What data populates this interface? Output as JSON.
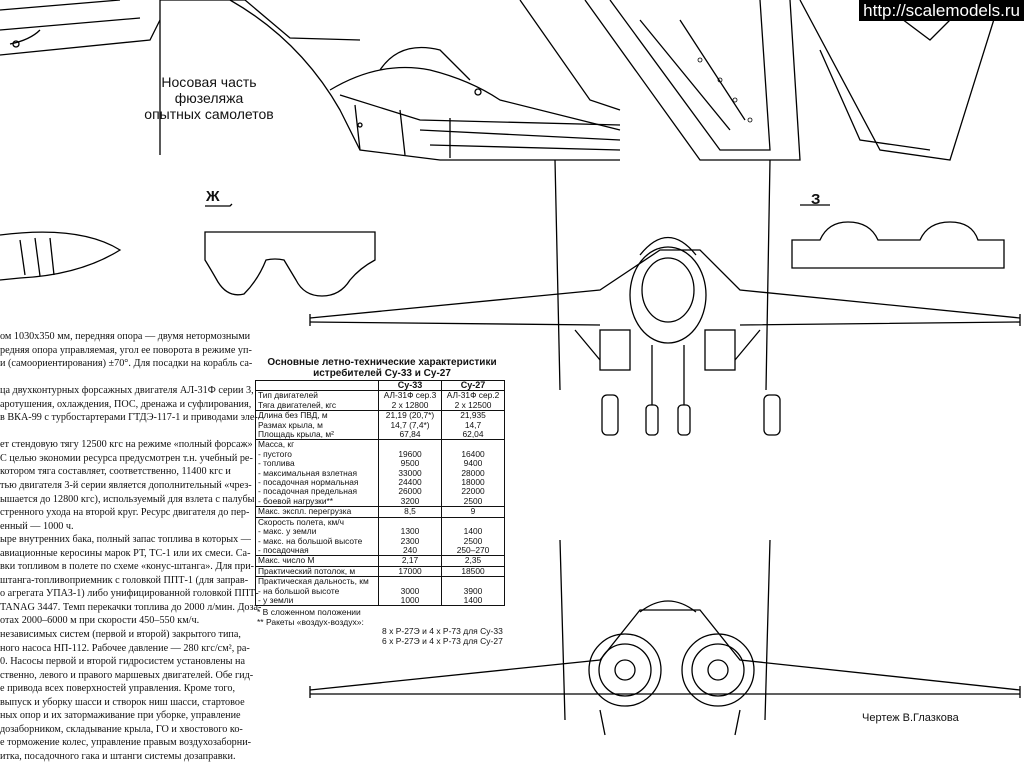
{
  "watermark": "http://scalemodels.ru",
  "caption_lines": [
    "Носовая часть фюзеляжа",
    "опытных самолетов"
  ],
  "letters": {
    "zh": "Ж",
    "z": "З"
  },
  "article_lines": [
    "ом 1030x350 мм, передняя опора — двумя нетормозными",
    "редняя опора управляемая, угол ее поворота в режиме уп-",
    "и (самоориентирования) ±70°. Для посадки на корабль са-",
    "",
    "ца двухконтурных форсажных двигателя АЛ-31Ф серии 3,",
    "аротушения, охлаждения,  ПОС, дренажа и суфлирования,",
    "в ВКА-99 с турбостартерами ГТДЭ-117-1 и приводами эле-",
    "",
    "ет стендовую тягу 12500 кгс на режиме «полный форсаж»",
    "С целью экономии ресурса предусмотрен т.н. учебный ре-",
    "котором тяга составляет, соответственно, 11400 кгс и",
    "тью двигателя 3-й серии является дополнительный «чрез-",
    "ышается до 12800 кгс), используемый для взлета с палубы",
    "стренного ухода на второй круг. Ресурс двигателя до пер-",
    "енный — 1000 ч.",
    "ыре внутренних бака, полный запас топлива в которых —",
    "авиационные керосины марок РТ, ТС-1 или их смеси. Са-",
    "вки топливом в полете по схеме «конус-штанга». Для при-",
    "штанга-топливоприемник с головкой ППТ-1 (для заправ-",
    "о агрегата УПАЗ-1) либо унифицированной головкой ППТ-",
    "TANAG 3447. Темп перекачки топлива до 2000 л/мин. Доза-",
    "отах 2000–6000 м при скорости 450–550 км/ч.",
    " независимых систем (первой и второй) закрытого типа,",
    "ного насоса НП-112. Рабочее давление — 280 кгс/см², ра-",
    "0. Насосы первой и второй гидросистем установлены на",
    "ственно, левого и правого маршевых двигателей. Обе гид-",
    "е привода всех поверхностей управления. Кроме того,",
    "выпуск и уборку шасси и створок ниш шасси, стартовое",
    "ных опор и их затормаживание при уборке, управление",
    "дозаборником, складывание крыла, ГО и хвостового ко-",
    "е торможение колес, управление правым воздухозаборни-",
    "итка, посадочного гака и штанги системы дозаправки."
  ],
  "table": {
    "title_lines": [
      "Основные летно-технические характеристики",
      "истребителей Су-33 и Су-27"
    ],
    "col_su33": "Су-33",
    "col_su27": "Су-27",
    "rows": [
      {
        "label": "Тип двигателей\nТяга двигателей, кгс",
        "su33": "АЛ-31Ф сер.3\n2 х 12800",
        "su27": "АЛ-31Ф сер.2\n2 х 12500"
      },
      {
        "label": "Длина без ПВД, м\nРазмах крыла, м\nПлощадь крыла, м²",
        "su33": "21,19 (20,7*)\n14,7 (7,4*)\n67,84",
        "su27": "21,935\n14,7\n62,04"
      },
      {
        "label": "Масса, кг\n- пустого\n- топлива\n- максимальная взлетная\n- посадочная нормальная\n- посадочная предельная\n- боевой нагрузки**",
        "su33": "\n19600\n9500\n33000\n24400\n26000\n3200",
        "su27": "\n16400\n9400\n28000\n18000\n22000\n2500"
      },
      {
        "label": "Макс. экспл. перегрузка",
        "su33": "8,5",
        "su27": "9"
      },
      {
        "label": "Скорость полета, км/ч\n- макс. у земли\n- макс. на большой высоте\n- посадочная",
        "su33": "\n1300\n2300\n240",
        "su27": "\n1400\n2500\n250–270"
      },
      {
        "label": "Макс. число М",
        "su33": "2,17",
        "su27": "2,35"
      },
      {
        "label": "Практический потолок, м",
        "su33": "17000",
        "su27": "18500"
      },
      {
        "label": "Практическая дальность, км\n- на большой высоте\n- у земли",
        "su33": "\n3000\n1000",
        "su27": "\n3900\n1400"
      }
    ],
    "footnotes": [
      "* В сложенном положении",
      "** Ракеты «воздух-воздух»:",
      "8 х Р-27Э и 4 х Р-73 для Су-33",
      "6 х Р-27Э и 4 х Р-73 для Су-27"
    ]
  },
  "credit": "Чертеж В.Глазкова"
}
